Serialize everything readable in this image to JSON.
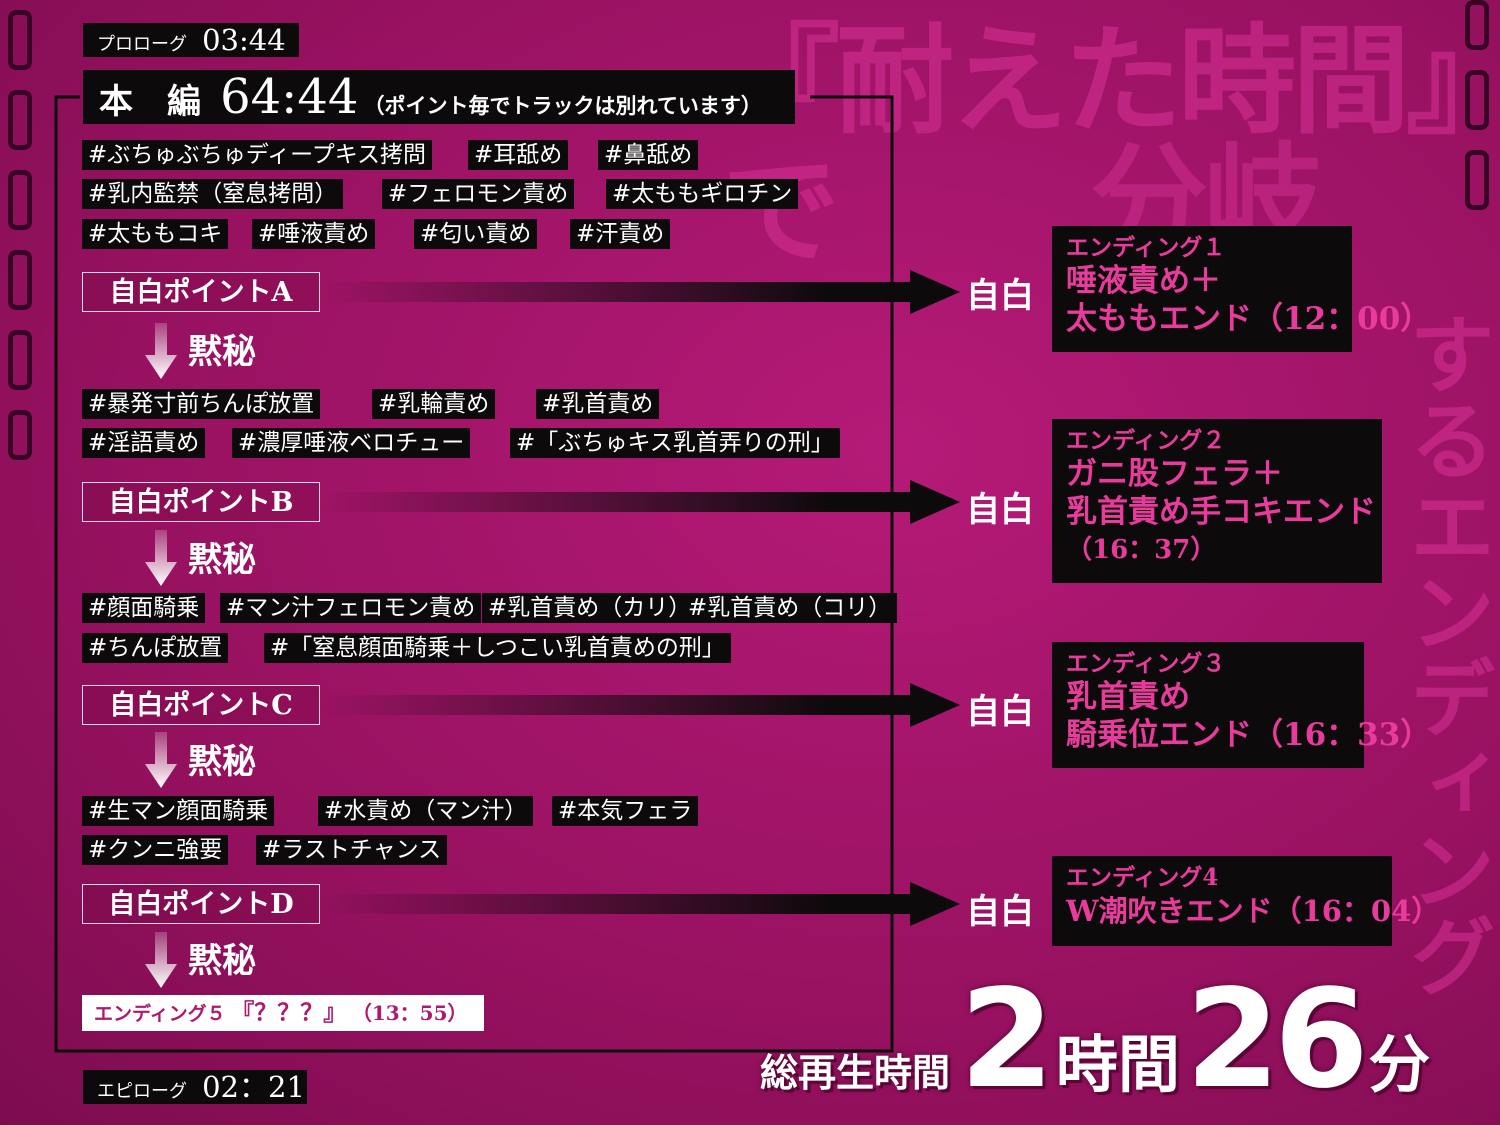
{
  "title": {
    "line1": "『耐えた時間』で",
    "line2": "分岐",
    "vertical": "するエンディング"
  },
  "prologue": {
    "label": "プロローグ",
    "time": "03:44"
  },
  "main": {
    "label": "本　編",
    "time": "64:44",
    "note": "（ポイント毎でトラックは別れています）"
  },
  "tag_rows": {
    "block0": [
      [
        "#ぶちゅぶちゅディープキス拷問",
        "#耳舐め",
        "#鼻舐め"
      ],
      [
        "#乳内監禁（窒息拷問）",
        "#フェロモン責め",
        "#太ももギロチン"
      ],
      [
        "#太ももコキ",
        "#唾液責め",
        "#匂い責め",
        "#汗責め"
      ]
    ],
    "block1": [
      [
        "#暴発寸前ちんぽ放置",
        "#乳輪責め",
        "#乳首責め"
      ],
      [
        "#淫語責め",
        "#濃厚唾液ベロチュー",
        "#「ぶちゅキス乳首弄りの刑」"
      ]
    ],
    "block2": [
      [
        "#顔面騎乗",
        "#マン汁フェロモン責め",
        "#乳首責め（カリ）",
        "#乳首責め（コリ）"
      ],
      [
        "#ちんぽ放置",
        "#「窒息顔面騎乗＋しつこい乳首責めの刑」"
      ]
    ],
    "block3": [
      [
        "#生マン顔面騎乗",
        "#水責め（マン汁）",
        "#本気フェラ"
      ],
      [
        "#クンニ強要",
        "#ラストチャンス"
      ]
    ]
  },
  "points": [
    "自白ポイントA",
    "自白ポイントB",
    "自白ポイントC",
    "自白ポイントD"
  ],
  "mokuhi": "黙秘",
  "jihaku": "自白",
  "endings": [
    {
      "label": "エンディング１",
      "lines": [
        "唾液責め＋",
        "太ももエンド（12：00）"
      ]
    },
    {
      "label": "エンディング２",
      "lines": [
        "ガニ股フェラ＋",
        "乳首責め手コキエンド",
        "（16：37）"
      ]
    },
    {
      "label": "エンディング３",
      "lines": [
        "乳首責め",
        "騎乗位エンド（16：33）"
      ]
    },
    {
      "label": "エンディング4",
      "lines": [
        "W潮吹きエンド（16：04）"
      ]
    }
  ],
  "ending5": {
    "label": "エンディング５",
    "title": "『？？？』",
    "time": "（13：55）"
  },
  "epilogue": {
    "label": "エピローグ",
    "time": "02：21"
  },
  "total": {
    "label": "総再生時間",
    "hours": "2",
    "hours_unit": "時間",
    "minutes": "26",
    "minutes_unit": "分"
  },
  "colors": {
    "accent": "#e93b9c",
    "background": "#9a1262",
    "box": "#0c0a0b"
  }
}
